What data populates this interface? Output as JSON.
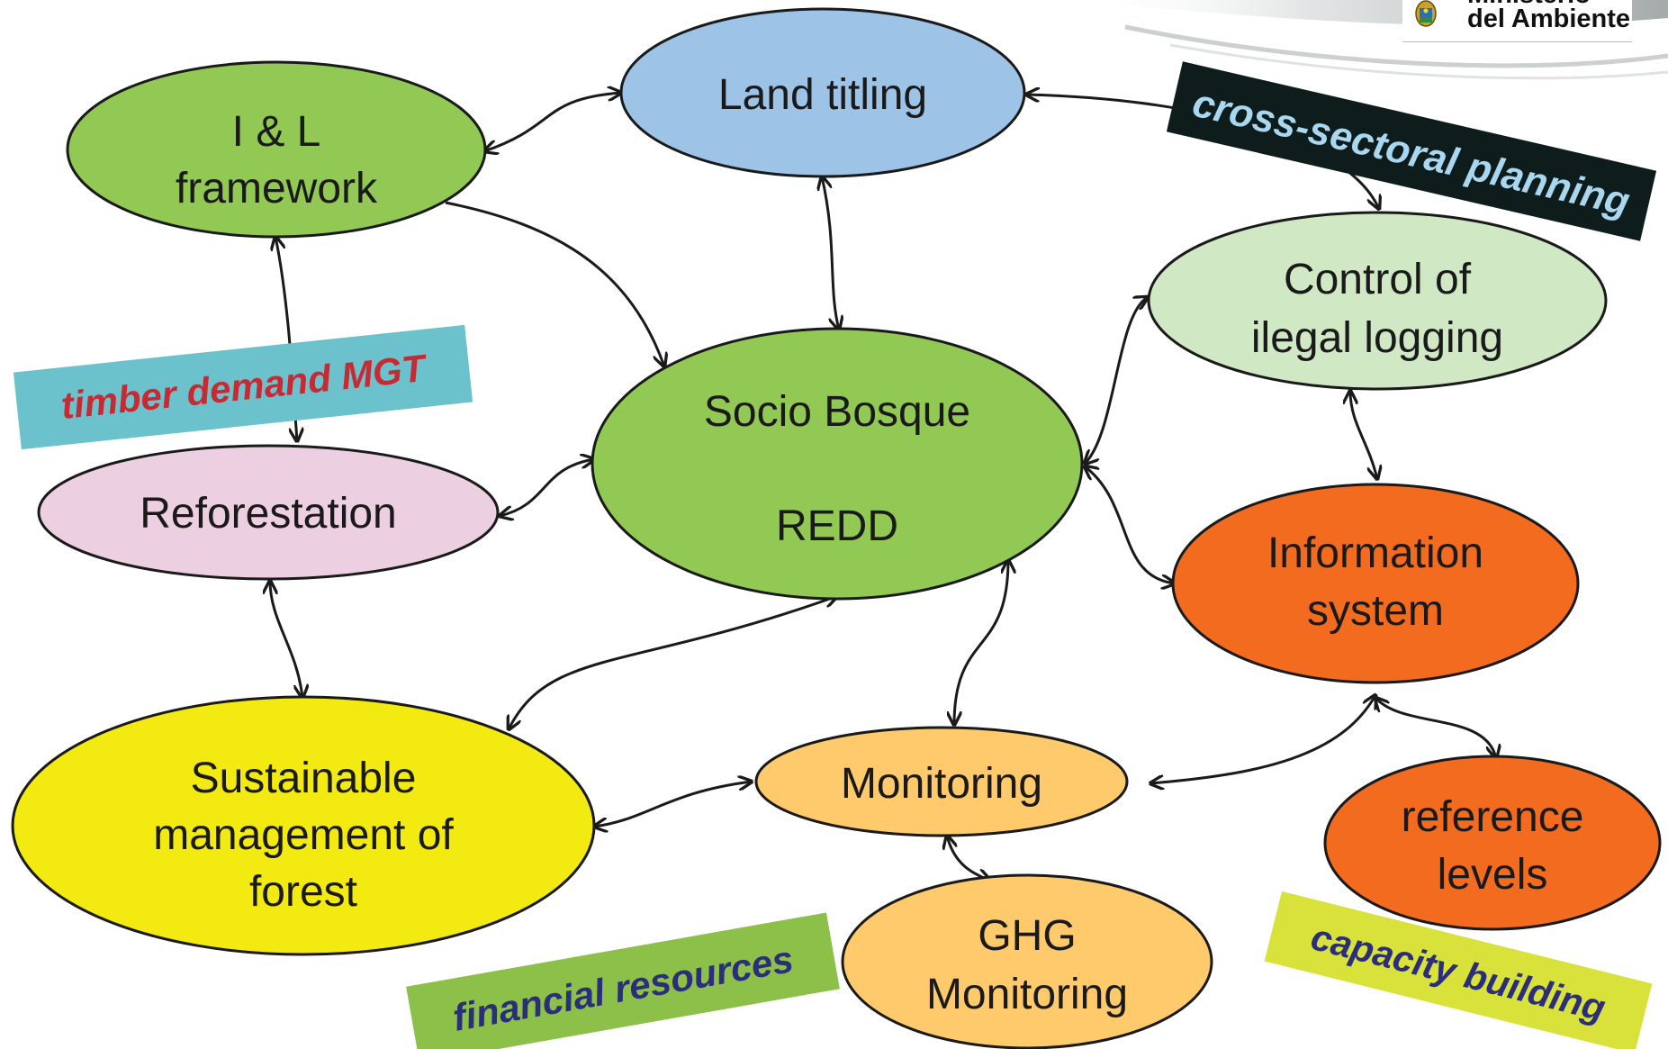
{
  "logo": {
    "line1": "Ministerio",
    "line2": "del Ambiente",
    "seal_icon": "ecuador-coat-of-arms-icon"
  },
  "nodes": [
    {
      "id": "il",
      "lines": [
        "I & L",
        "framework"
      ],
      "fill": "#92C854"
    },
    {
      "id": "land",
      "lines": [
        "Land titling"
      ],
      "fill": "#9DC3E6"
    },
    {
      "id": "control",
      "lines": [
        "Control of",
        "ilegal logging"
      ],
      "fill": "#D0E8C4"
    },
    {
      "id": "socio",
      "lines": [
        "Socio Bosque",
        "",
        "REDD"
      ],
      "fill": "#92C854"
    },
    {
      "id": "refor",
      "lines": [
        "Reforestation"
      ],
      "fill": "#EDCFE2"
    },
    {
      "id": "info",
      "lines": [
        "Information",
        "system"
      ],
      "fill": "#F26B1E"
    },
    {
      "id": "smf",
      "lines": [
        "Sustainable",
        "management of",
        "forest"
      ],
      "fill": "#F2EA10"
    },
    {
      "id": "mon",
      "lines": [
        "Monitoring"
      ],
      "fill": "#FFCA6C"
    },
    {
      "id": "ref",
      "lines": [
        "reference",
        "levels"
      ],
      "fill": "#F26B1E"
    },
    {
      "id": "ghg",
      "lines": [
        "GHG",
        "Monitoring"
      ],
      "fill": "#FFCA6C"
    }
  ],
  "edges": [
    {
      "from": "il",
      "to": "land",
      "type": "bidirectional"
    },
    {
      "from": "il",
      "to": "socio",
      "type": "directed"
    },
    {
      "from": "il",
      "to": "refor",
      "type": "bidirectional"
    },
    {
      "from": "land",
      "to": "socio",
      "type": "bidirectional"
    },
    {
      "from": "land",
      "to": "control",
      "type": "bidirectional"
    },
    {
      "from": "refor",
      "to": "socio",
      "type": "bidirectional"
    },
    {
      "from": "refor",
      "to": "smf",
      "type": "bidirectional"
    },
    {
      "from": "socio",
      "to": "smf",
      "type": "bidirectional"
    },
    {
      "from": "socio",
      "to": "mon",
      "type": "bidirectional"
    },
    {
      "from": "socio",
      "to": "control",
      "type": "bidirectional"
    },
    {
      "from": "socio",
      "to": "info",
      "type": "bidirectional"
    },
    {
      "from": "control",
      "to": "info",
      "type": "bidirectional"
    },
    {
      "from": "info",
      "to": "mon",
      "type": "bidirectional"
    },
    {
      "from": "info",
      "to": "ref",
      "type": "bidirectional"
    },
    {
      "from": "smf",
      "to": "mon",
      "type": "bidirectional"
    },
    {
      "from": "mon",
      "to": "ghg",
      "type": "bidirectional"
    }
  ],
  "banners": [
    {
      "id": "cross",
      "text": "cross-sectoral planning",
      "bg": "#0E1C1C",
      "color": "#A9D7F0"
    },
    {
      "id": "timber",
      "text": "timber demand MGT",
      "bg": "#6BC2CC",
      "color": "#C72A33"
    },
    {
      "id": "financial",
      "text": "financial resources",
      "bg": "#8CC049",
      "color": "#2B2F7B"
    },
    {
      "id": "capacity",
      "text": "capacity building",
      "bg": "#D9E23B",
      "color": "#2B2F7B"
    }
  ]
}
